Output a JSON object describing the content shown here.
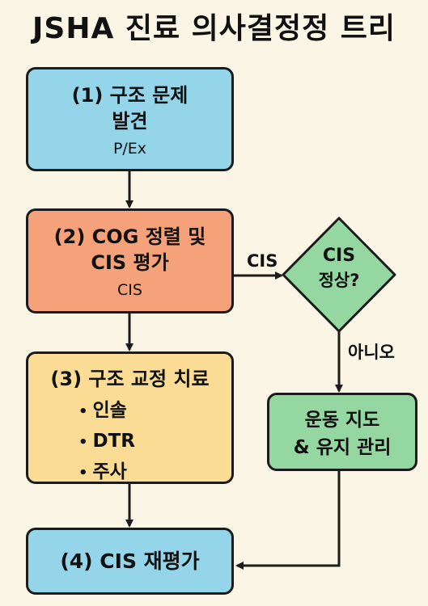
{
  "title": "JSHA 진료 의사결정정 트리",
  "nodes": {
    "step1": {
      "line1": "(1) 구조 문제",
      "line2": "발견",
      "sub": "P/Ex"
    },
    "step2": {
      "line1": "(2) COG 정렬 및",
      "line2": "CIS 평가",
      "sub": "CIS"
    },
    "step3": {
      "line1": "(3) 구조 교정 치료",
      "bullets": [
        "인솔",
        "DTR",
        "주사"
      ]
    },
    "step4": {
      "line1": "(4) CIS 재평가"
    },
    "decision": {
      "line1": "CIS",
      "line2": "정상?"
    },
    "exercise": {
      "line1": "운동 지도",
      "line2": "& 유지 관리"
    }
  },
  "edges": {
    "to_decision_label": "CIS",
    "no_label": "아니오"
  },
  "colors": {
    "background": "#fbf5e6",
    "blue": "#94d5e9",
    "orange": "#f5a27a",
    "yellow": "#fbdc94",
    "green": "#95d7a0",
    "stroke": "#1b1b1b"
  }
}
